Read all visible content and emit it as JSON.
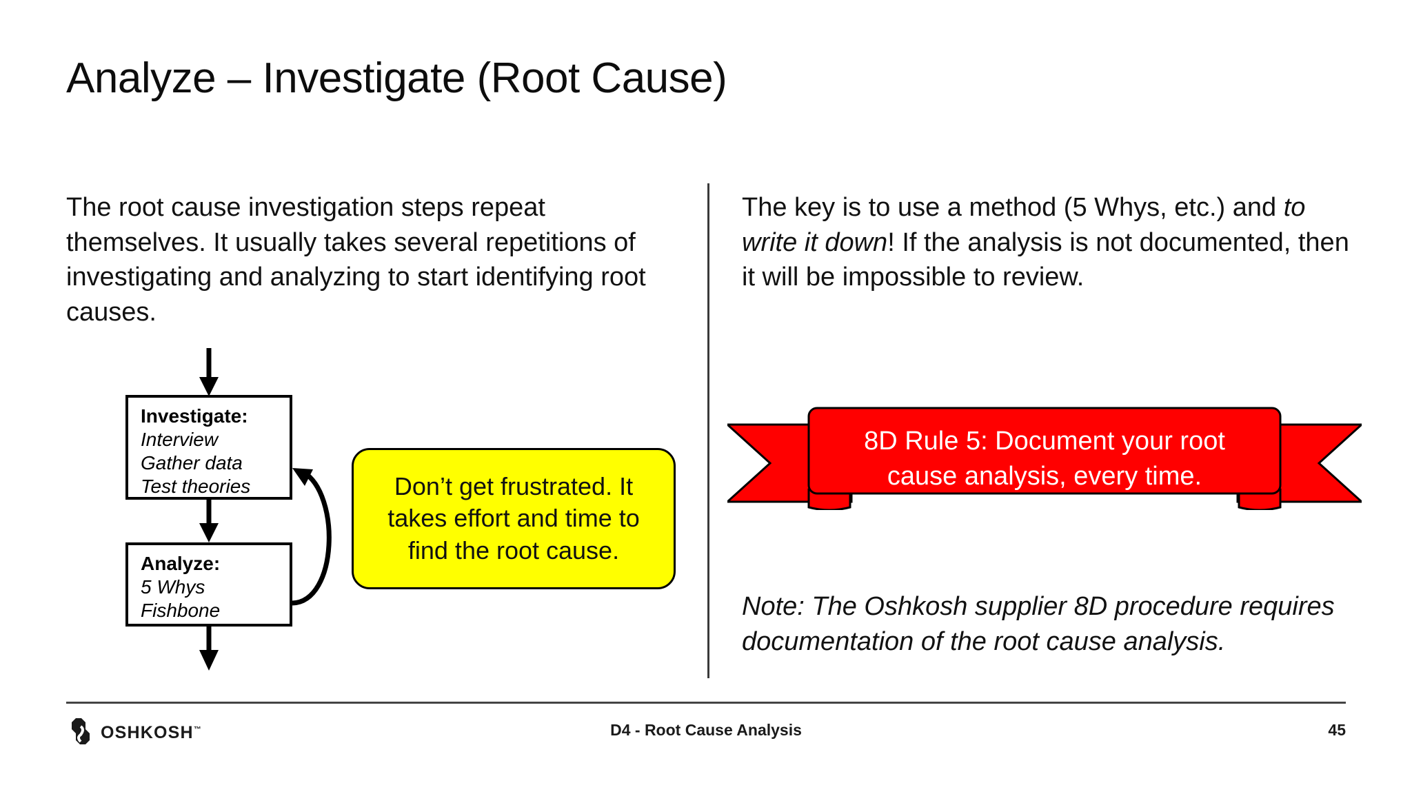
{
  "slide": {
    "title": "Analyze – Investigate (Root Cause)"
  },
  "left_column": {
    "paragraph": "The root cause investigation steps repeat themselves.  It usually takes several repetitions of investigating and analyzing to start identifying root causes."
  },
  "right_column": {
    "paragraph_part1": "The key is to use a method (5 Whys, etc.) and ",
    "paragraph_emphasis": "to write it down",
    "paragraph_part2": "!  If the analysis is not documented, then it will be impossible to review.",
    "note": "Note: The Oshkosh supplier 8D procedure requires documentation of the root cause analysis."
  },
  "flow_diagram": {
    "investigate_box": {
      "heading": "Investigate:",
      "items": [
        "Interview",
        "Gather data",
        "Test theories"
      ]
    },
    "analyze_box": {
      "heading": "Analyze:",
      "items": [
        "5 Whys",
        "Fishbone"
      ]
    }
  },
  "callout": {
    "text": "Don’t get frustrated. It takes effort and time to find the root cause.",
    "fill_color": "#FFFF00",
    "border_color": "#000000"
  },
  "ribbon": {
    "line1": "8D Rule 5: Document your root",
    "line2": "cause analysis, every time.",
    "fill_color": "#FF0000",
    "text_color": "#FFFFFF"
  },
  "footer": {
    "logo_word": "OSHKOSH",
    "logo_trademark": "™",
    "center_text": "D4 - Root Cause Analysis",
    "page_number": "45"
  }
}
